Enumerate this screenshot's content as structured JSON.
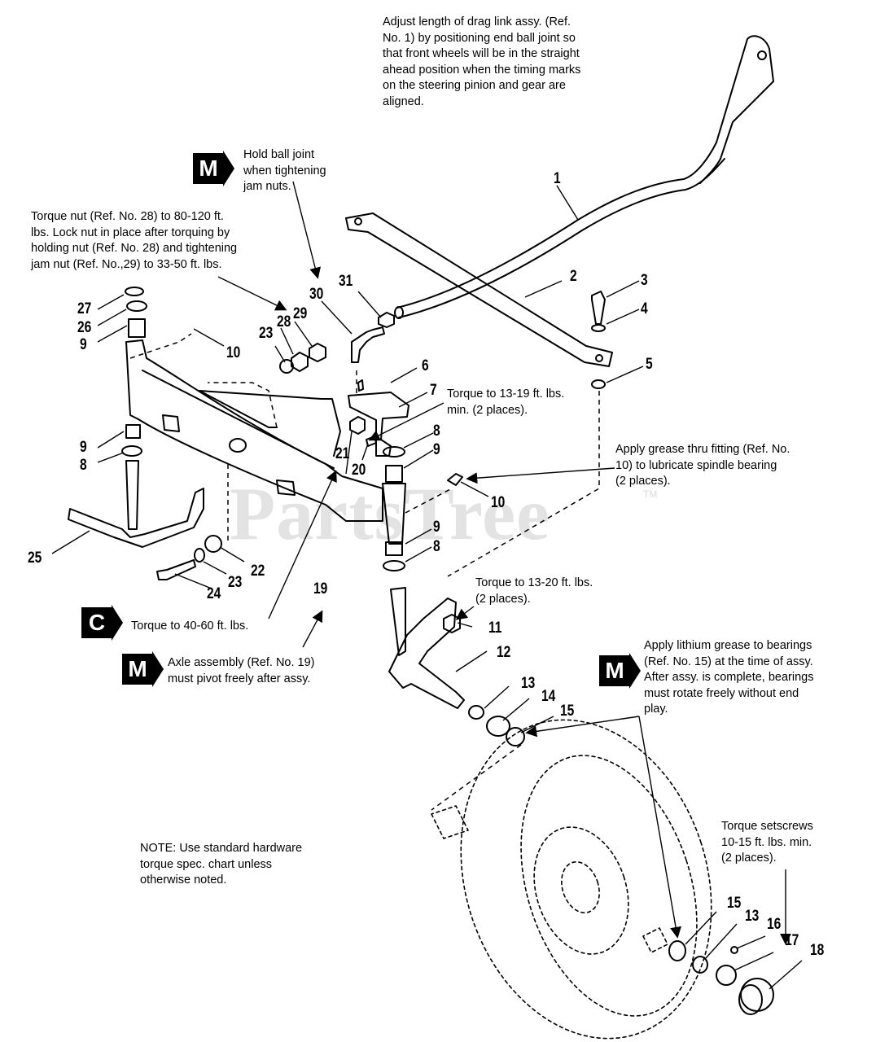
{
  "watermark": {
    "text": "PartsTree",
    "tm": "TM"
  },
  "notes": {
    "drag_link": "Adjust length of drag link assy. (Ref.\nNo. 1) by positioning end ball joint so\nthat front wheels will be in the straight\nahead position when the timing marks\non the steering pinion and gear are\naligned.",
    "ball_joint": "Hold ball joint\nwhen tightening\njam nuts.",
    "torque_nut": "Torque nut (Ref. No. 28) to 80-120 ft.\nlbs. Lock nut in place after torquing by\nholding nut (Ref. No. 28) and tightening\njam nut (Ref. No.,29) to 33-50 ft. lbs.",
    "torque_13_19": "Torque to 13-19 ft. lbs.\nmin. (2 places).",
    "grease": "Apply grease thru fitting (Ref. No.\n10) to lubricate spindle bearing\n(2 places).",
    "torque_13_20": "Torque to 13-20 ft. lbs.\n(2 places).",
    "torque_40_60": "Torque to 40-60 ft. lbs.",
    "axle_pivot": "Axle assembly (Ref. No. 19)\nmust pivot freely after assy.",
    "lithium": "Apply lithium grease to bearings\n(Ref. No. 15) at the time of assy.\nAfter assy. is complete, bearings\nmust rotate freely without end\nplay.",
    "setscrews": "Torque setscrews\n10-15 ft. lbs. min.\n(2 places).",
    "hardware": "NOTE: Use standard hardware\ntorque spec. chart unless\notherwise noted."
  },
  "badges": {
    "m1": "M",
    "c": "C",
    "m2": "M",
    "m3": "M"
  },
  "callouts": {
    "c1": "1",
    "c2": "2",
    "c3": "3",
    "c4": "4",
    "c5": "5",
    "c6": "6",
    "c7": "7",
    "c8a": "8",
    "c8b": "8",
    "c8c": "8",
    "c9a": "9",
    "c9b": "9",
    "c9c": "9",
    "c9d": "9",
    "c10a": "10",
    "c10b": "10",
    "c11": "11",
    "c12": "12",
    "c13a": "13",
    "c13b": "13",
    "c14": "14",
    "c15a": "15",
    "c15b": "15",
    "c16": "16",
    "c17": "17",
    "c18": "18",
    "c19": "19",
    "c20": "20",
    "c21": "21",
    "c22": "22",
    "c23a": "23",
    "c23b": "23",
    "c24": "24",
    "c25": "25",
    "c26": "26",
    "c27": "27",
    "c28": "28",
    "c29": "29",
    "c30": "30",
    "c31": "31"
  }
}
